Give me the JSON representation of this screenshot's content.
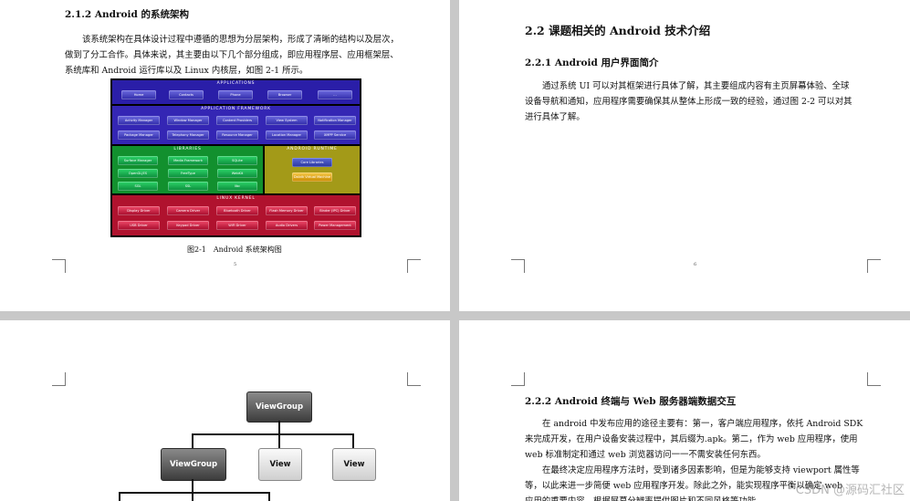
{
  "page1": {
    "heading": "2.1.2 Android 的系统架构",
    "para_lines": [
      "该系统架构在具体设计过程中遵循的思想为分层架构，形成了清晰的结构以及层次，",
      "做到了分工合作。具体来说，其主要由以下几个部分组成，即应用程序层、应用框架层、",
      "系统库和 Android 运行库以及 Linux 内核层，如图 2-1 所示。"
    ],
    "figure": {
      "layers": {
        "applications": "Applications",
        "framework": "Application Framework",
        "libraries": "Libraries",
        "runtime": "Android Runtime",
        "kernel": "Linux Kernel"
      },
      "app_boxes": [
        "Home",
        "Contacts",
        "Phone",
        "Browser",
        "..."
      ],
      "framework_boxes": [
        "Activity Manager",
        "Window Manager",
        "Content Providers",
        "View System",
        "Notification Manager",
        "Package Manager",
        "Telephony Manager",
        "Resource Manager",
        "Location Manager",
        "XMPP Service"
      ],
      "library_boxes": [
        "Surface Manager",
        "Media Framework",
        "SQLite",
        "OpenGL|ES",
        "FreeType",
        "WebKit",
        "SGL",
        "SSL",
        "libc"
      ],
      "runtime_boxes": [
        "Core Libraries",
        "Dalvik Virtual Machine"
      ],
      "kernel_boxes": [
        "Display Driver",
        "Camera Driver",
        "Bluetooth Driver",
        "Flash Memory Driver",
        "Binder (IPC) Driver",
        "USB Driver",
        "Keypad Driver",
        "WiFi Driver",
        "Audio Drivers",
        "Power Management"
      ]
    },
    "caption": "图2-1　Android 系统架构图",
    "page_number": "5"
  },
  "page2": {
    "heading_section": "2.2 课题相关的 Android 技术介绍",
    "heading_sub": "2.2.1 Android 用户界面简介",
    "para_lines": [
      "通过系统 UI 可以对其框架进行具体了解，其主要组成内容有主页屏幕体验、全球",
      "设备导航和通知，应用程序需要确保其从整体上形成一致的经验，通过图 2-2 可以对其",
      "进行具体了解。"
    ],
    "page_number": "6"
  },
  "page3": {
    "nodes": {
      "root": "ViewGroup",
      "child_group": "ViewGroup",
      "child_view_1": "View",
      "child_view_2": "View"
    }
  },
  "page4": {
    "heading": "2.2.2 Android 终端与 Web 服务器端数据交互",
    "para1_lines": [
      "在 android 中发布应用的途径主要有：第一，客户端应用程序，依托 Android SDK",
      "来完成开发，在用户设备安装过程中，其后缀为.apk。第二，作为 web 应用程序，使用",
      "web 标准制定和通过 web 浏览器访问一一不需安装任何东西。"
    ],
    "para2_lines": [
      "在最终决定应用程序方法时，受到诸多因素影响，但是为能够支持 viewport 属性等",
      "等，以此来进一步简便 web 应用程序开发。除此之外，能实现程序平衡以确定 web",
      "应用的重要内容，根据屏幕分辨率提供图片和不同风格等功能。"
    ]
  },
  "watermark": "CSDN @源码汇社区"
}
